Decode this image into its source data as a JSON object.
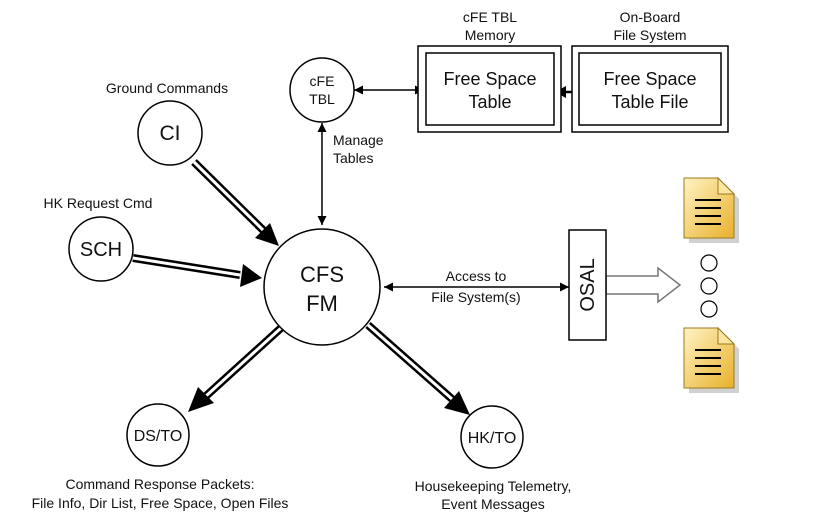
{
  "nodes": {
    "cfs_fm": {
      "line1": "CFS",
      "line2": "FM"
    },
    "ci": {
      "label": "CI"
    },
    "sch": {
      "label": "SCH"
    },
    "cfe_tbl": {
      "line1": "cFE",
      "line2": "TBL"
    },
    "ds_to": {
      "label": "DS/TO"
    },
    "hk_to": {
      "label": "HK/TO"
    },
    "osal": {
      "label": "OSAL"
    }
  },
  "boxes": {
    "free_space_table": {
      "line1": "Free Space",
      "line2": "Table"
    },
    "free_space_table_file": {
      "line1": "Free Space",
      "line2": "Table File"
    }
  },
  "headers": {
    "tbl_memory": {
      "line1": "cFE TBL",
      "line2": "Memory"
    },
    "onboard_fs": {
      "line1": "On-Board",
      "line2": "File System"
    }
  },
  "labels": {
    "ground_commands": "Ground Commands",
    "hk_request": "HK Request Cmd",
    "manage_tables": {
      "line1": "Manage",
      "line2": "Tables"
    },
    "access_fs": {
      "line1": "Access to",
      "line2": "File System(s)"
    },
    "command_response": {
      "line1": "Command Response Packets:",
      "line2": "File Info, Dir List, Free Space, Open Files"
    },
    "housekeeping": {
      "line1": "Housekeeping Telemetry,",
      "line2": "Event Messages"
    }
  },
  "icons": {
    "file_top": "document-icon",
    "file_bottom": "document-icon",
    "ellipsis": "vertical-ellipsis-icon"
  },
  "colors": {
    "stroke": "#000000",
    "document_fill": "#f2c94a",
    "document_fold": "#fbe7a2"
  }
}
